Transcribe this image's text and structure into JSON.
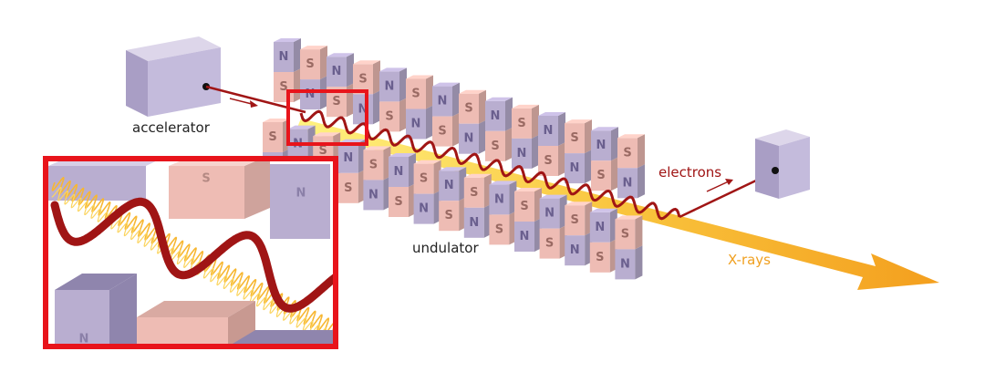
{
  "labels": {
    "accelerator": "accelerator",
    "undulator": "undulator",
    "electrons": "electrons",
    "xrays": "X-rays"
  },
  "magnets": {
    "north_letter": "N",
    "south_letter": "S",
    "upper_row_top_letters": [
      "N",
      "S",
      "N",
      "S",
      "N",
      "S",
      "N",
      "S",
      "N",
      "S",
      "N",
      "S",
      "N",
      "S"
    ],
    "lower_row_top_letters": [
      "S",
      "N",
      "S",
      "N",
      "S",
      "N",
      "S",
      "N",
      "S",
      "N",
      "S",
      "N",
      "S",
      "N",
      "S"
    ]
  },
  "colors": {
    "north": "#b9aed0",
    "south": "#eebcb4",
    "electron_beam": "#a01515",
    "xray_beam": "#f5a623",
    "highlight_box": "#e8141b",
    "electrons_label": "#a01515",
    "xrays_label": "#f0a020"
  }
}
